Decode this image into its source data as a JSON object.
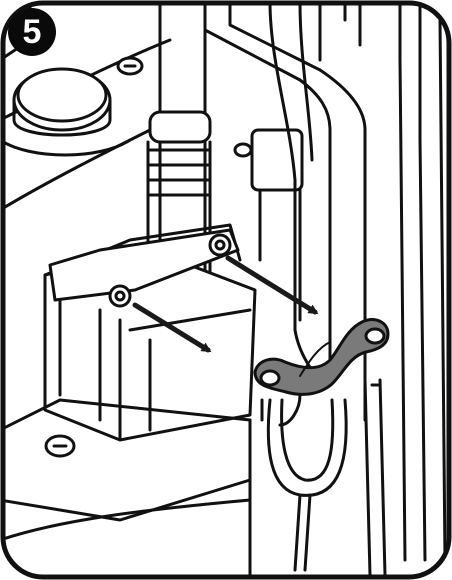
{
  "step": {
    "number": "5"
  },
  "illustration": {
    "ink_color": "#111111",
    "paper_color": "#ffffff",
    "clip_fill": "#7a7a7a",
    "arrow_color": "#1a1a1a",
    "icons": [
      "step-badge",
      "arrow-icon",
      "cable-clip",
      "power-plug",
      "transformer"
    ]
  }
}
